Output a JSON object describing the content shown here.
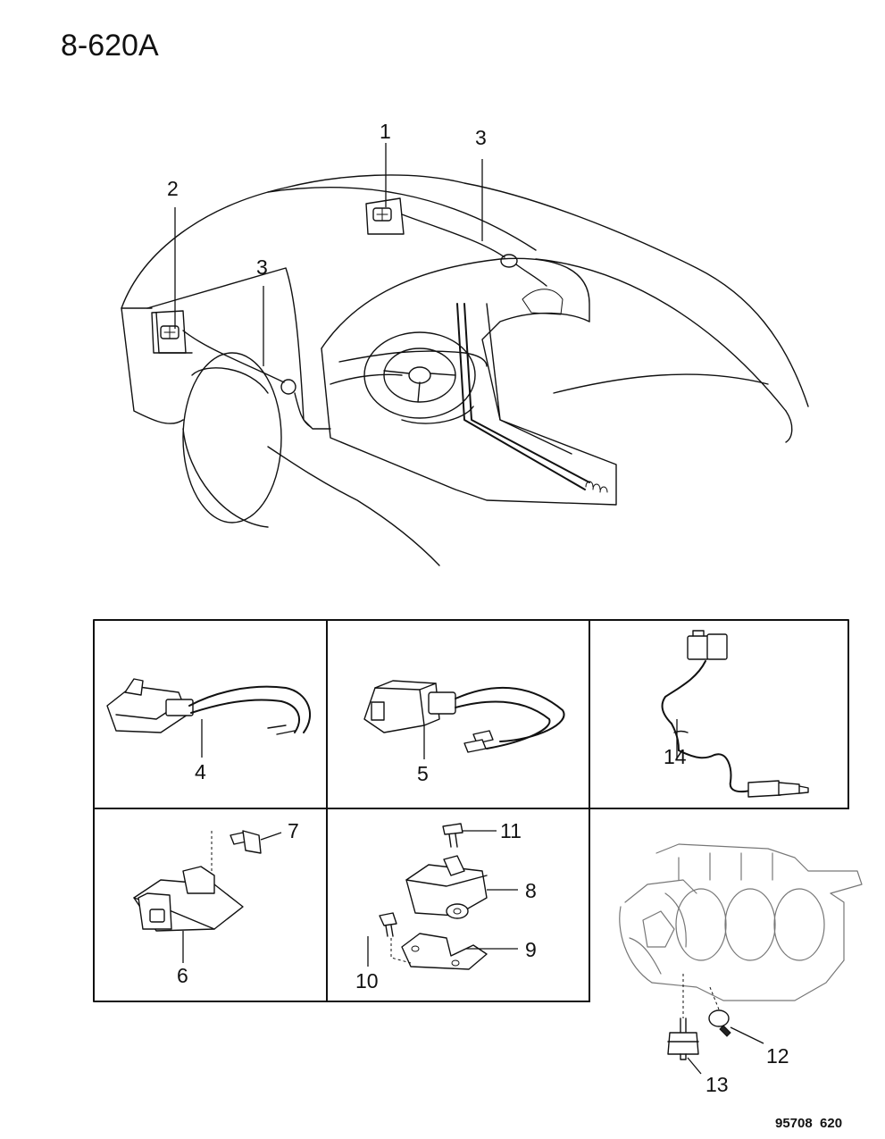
{
  "page_code": "8-620A",
  "figure_code": "95708  620",
  "callouts": {
    "c1": "1",
    "c2": "2",
    "c3a": "3",
    "c3b": "3",
    "c4": "4",
    "c5": "5",
    "c6": "6",
    "c7": "7",
    "c8": "8",
    "c9": "9",
    "c10": "10",
    "c11": "11",
    "c12": "12",
    "c13": "13",
    "c14": "14"
  }
}
